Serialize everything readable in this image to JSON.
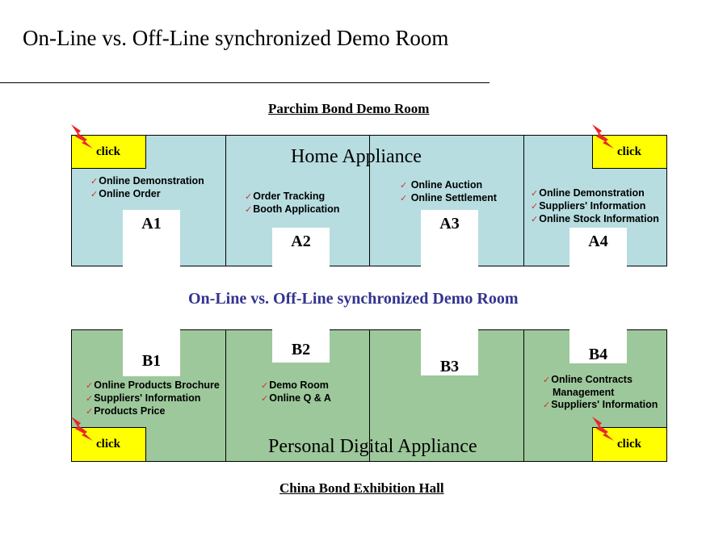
{
  "page_title": "On-Line vs. Off-Line synchronized Demo Room",
  "top_room": {
    "heading": "Parchim Bond Demo Room",
    "hall_name": "Home Appliance",
    "booths": [
      {
        "id": "A1",
        "features": [
          "Online Demonstration",
          "Online Order"
        ]
      },
      {
        "id": "A2",
        "features": [
          "Order Tracking",
          "Booth Application"
        ]
      },
      {
        "id": "A3",
        "features": [
          "Online Auction",
          "Online Settlement"
        ]
      },
      {
        "id": "A4",
        "features": [
          "Online Demonstration",
          "Suppliers' Information",
          "Online Stock Information"
        ]
      }
    ],
    "click_left": "click",
    "click_right": "click"
  },
  "middle_title": "On-Line vs. Off-Line synchronized Demo Room",
  "bottom_room": {
    "heading": "China Bond Exhibition Hall",
    "hall_name": "Personal Digital Appliance",
    "booths": [
      {
        "id": "B1",
        "features": [
          "Online Products Brochure",
          "Suppliers' Information",
          "Products Price"
        ]
      },
      {
        "id": "B2",
        "features": [
          "Demo Room",
          "Online Q & A"
        ]
      },
      {
        "id": "B3",
        "features": []
      },
      {
        "id": "B4",
        "features": [
          "Online Contracts",
          "Management",
          "Suppliers' Information"
        ]
      }
    ],
    "click_left": "click",
    "click_right": "click"
  },
  "colors": {
    "top_strip": "#b7dde0",
    "bottom_strip": "#9dc89b",
    "click_button": "#ffff00",
    "middle_title": "#33338f",
    "check_mark": "#d0342c",
    "bolt": "#e8262b"
  },
  "icons": {
    "check": "check-mark-icon",
    "bolt": "lightning-bolt-icon"
  }
}
